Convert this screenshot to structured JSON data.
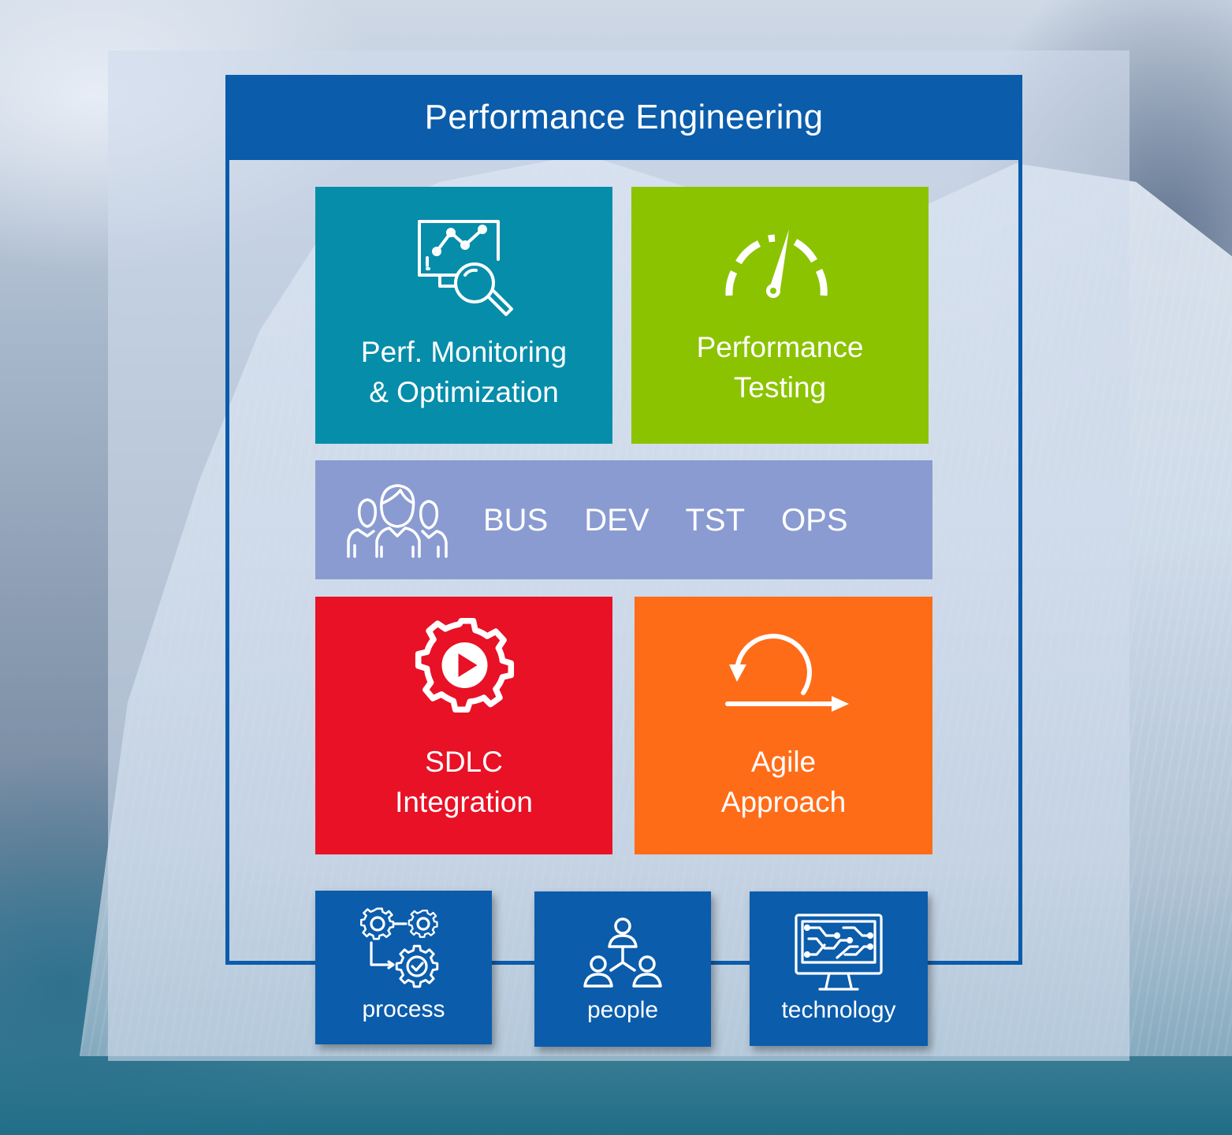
{
  "title": "Performance Engineering",
  "tiles": {
    "monitoring": {
      "line1": "Perf. Monitoring",
      "line2": "& Optimization",
      "icon": "monitor-magnifier-icon",
      "color": "#068daa"
    },
    "testing": {
      "line1": "Performance",
      "line2": "Testing",
      "icon": "speedometer-icon",
      "color": "#8bc300"
    },
    "sdlc": {
      "line1": "SDLC",
      "line2": "Integration",
      "icon": "gear-play-icon",
      "color": "#e81125"
    },
    "agile": {
      "line1": "Agile",
      "line2": "Approach",
      "icon": "loop-arrow-icon",
      "color": "#ff6c18"
    }
  },
  "teams": {
    "icon": "team-icon",
    "color": "#8a9bd1",
    "labels": [
      "BUS",
      "DEV",
      "TST",
      "OPS"
    ]
  },
  "pillars": [
    {
      "label": "process",
      "icon": "process-gears-icon"
    },
    {
      "label": "people",
      "icon": "people-hierarchy-icon"
    },
    {
      "label": "technology",
      "icon": "circuit-monitor-icon"
    }
  ],
  "colors": {
    "frame": "#0b5cab",
    "overlay": "#d0dcec"
  }
}
